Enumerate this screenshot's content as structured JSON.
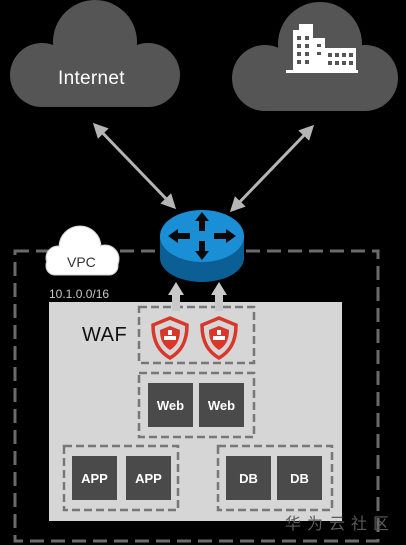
{
  "labels": {
    "internet": "Internet",
    "vpc": "VPC",
    "cidr": "10.1.0.0/16",
    "waf": "WAF",
    "watermark": "华为云社区"
  },
  "waf_instances": [
    {
      "icon": "waf-shield-icon"
    },
    {
      "icon": "waf-shield-icon"
    }
  ],
  "web_servers": [
    {
      "label": "Web"
    },
    {
      "label": "Web"
    }
  ],
  "app_servers": [
    {
      "label": "APP"
    },
    {
      "label": "APP"
    }
  ],
  "db_servers": [
    {
      "label": "DB"
    },
    {
      "label": "DB"
    }
  ],
  "icons": {
    "router": "router-icon",
    "enterprise": "building-icon"
  },
  "colors": {
    "background": "#000000",
    "cloud": "#555555",
    "router": "#1a8fd6",
    "shield": "#d9372a",
    "zone": "#d6d6d6",
    "server": "#4a4a4a"
  }
}
